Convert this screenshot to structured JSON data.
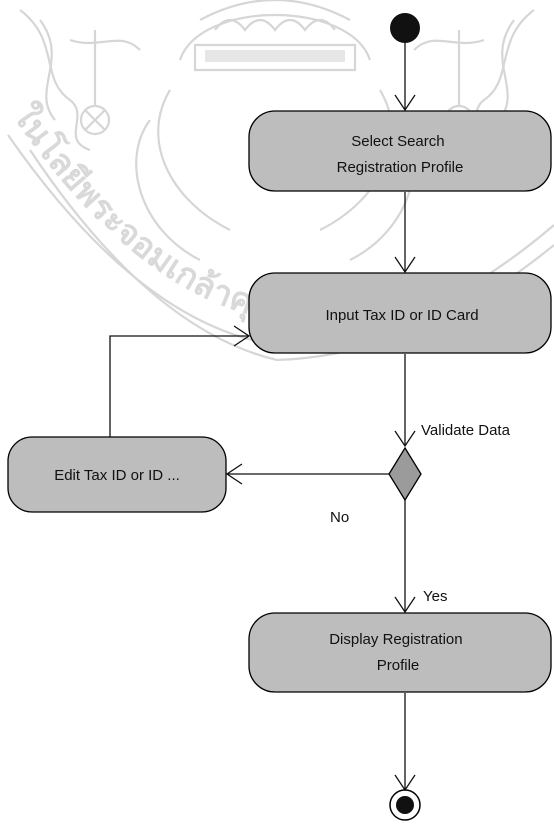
{
  "activities": {
    "select_search": [
      "Select Search",
      "Registration Profile"
    ],
    "input_tax_id": [
      "Input Tax ID or ID Card"
    ],
    "edit_tax_id": [
      "Edit Tax ID or ID ..."
    ],
    "display_profile": [
      "Display Registration",
      "Profile"
    ]
  },
  "guards": {
    "validate": "Validate Data",
    "no": "No",
    "yes": "Yes"
  },
  "watermark": {
    "text": "ในโลยีพระจอมเกล้าคุณทห"
  },
  "colors": {
    "node_fill": "#bdbdbd",
    "stroke": "#000000",
    "watermark": "#d6d6d6"
  }
}
